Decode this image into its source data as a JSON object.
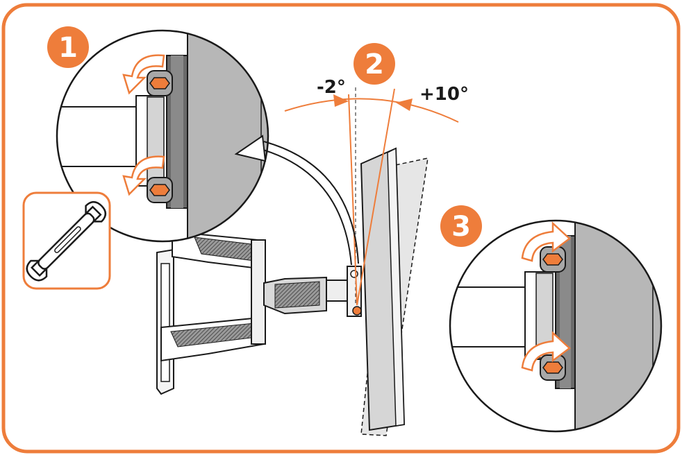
{
  "colors": {
    "accent": "#ee7d3b",
    "frame": "#ee7d3b",
    "panel_gray": "#b7b7b7",
    "dark_gray": "#5a5a5a",
    "line": "#1a1a1a"
  },
  "steps": [
    {
      "number": "1"
    },
    {
      "number": "2"
    },
    {
      "number": "3"
    }
  ],
  "tilt": {
    "min_label": "-2°",
    "max_label": "+10°"
  },
  "icons": {
    "tool": "wrench-icon",
    "loosen": "counterclockwise-arrow-icon",
    "tighten": "clockwise-arrow-icon"
  }
}
